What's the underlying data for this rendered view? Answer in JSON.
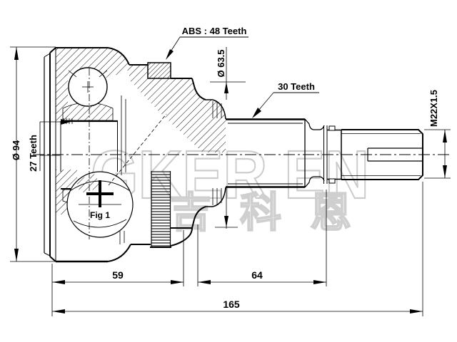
{
  "drawing": {
    "labels": {
      "abs": "ABS : 48 Teeth",
      "outer_diameter": "Ø 94",
      "inner_spline": "27 Teeth",
      "boot_diameter": "Ø 63.5",
      "shaft_spline": "30 Teeth",
      "thread": "M22X1.5"
    },
    "dims": {
      "housing": "59",
      "shaft": "64",
      "total": "165"
    },
    "figure": {
      "label": "Fig 1"
    },
    "watermark": {
      "latin": "GKER EN",
      "cjk": "吉科恩"
    },
    "colors": {
      "line": "#000000",
      "background": "#ffffff",
      "watermark": "#cccccc"
    }
  }
}
